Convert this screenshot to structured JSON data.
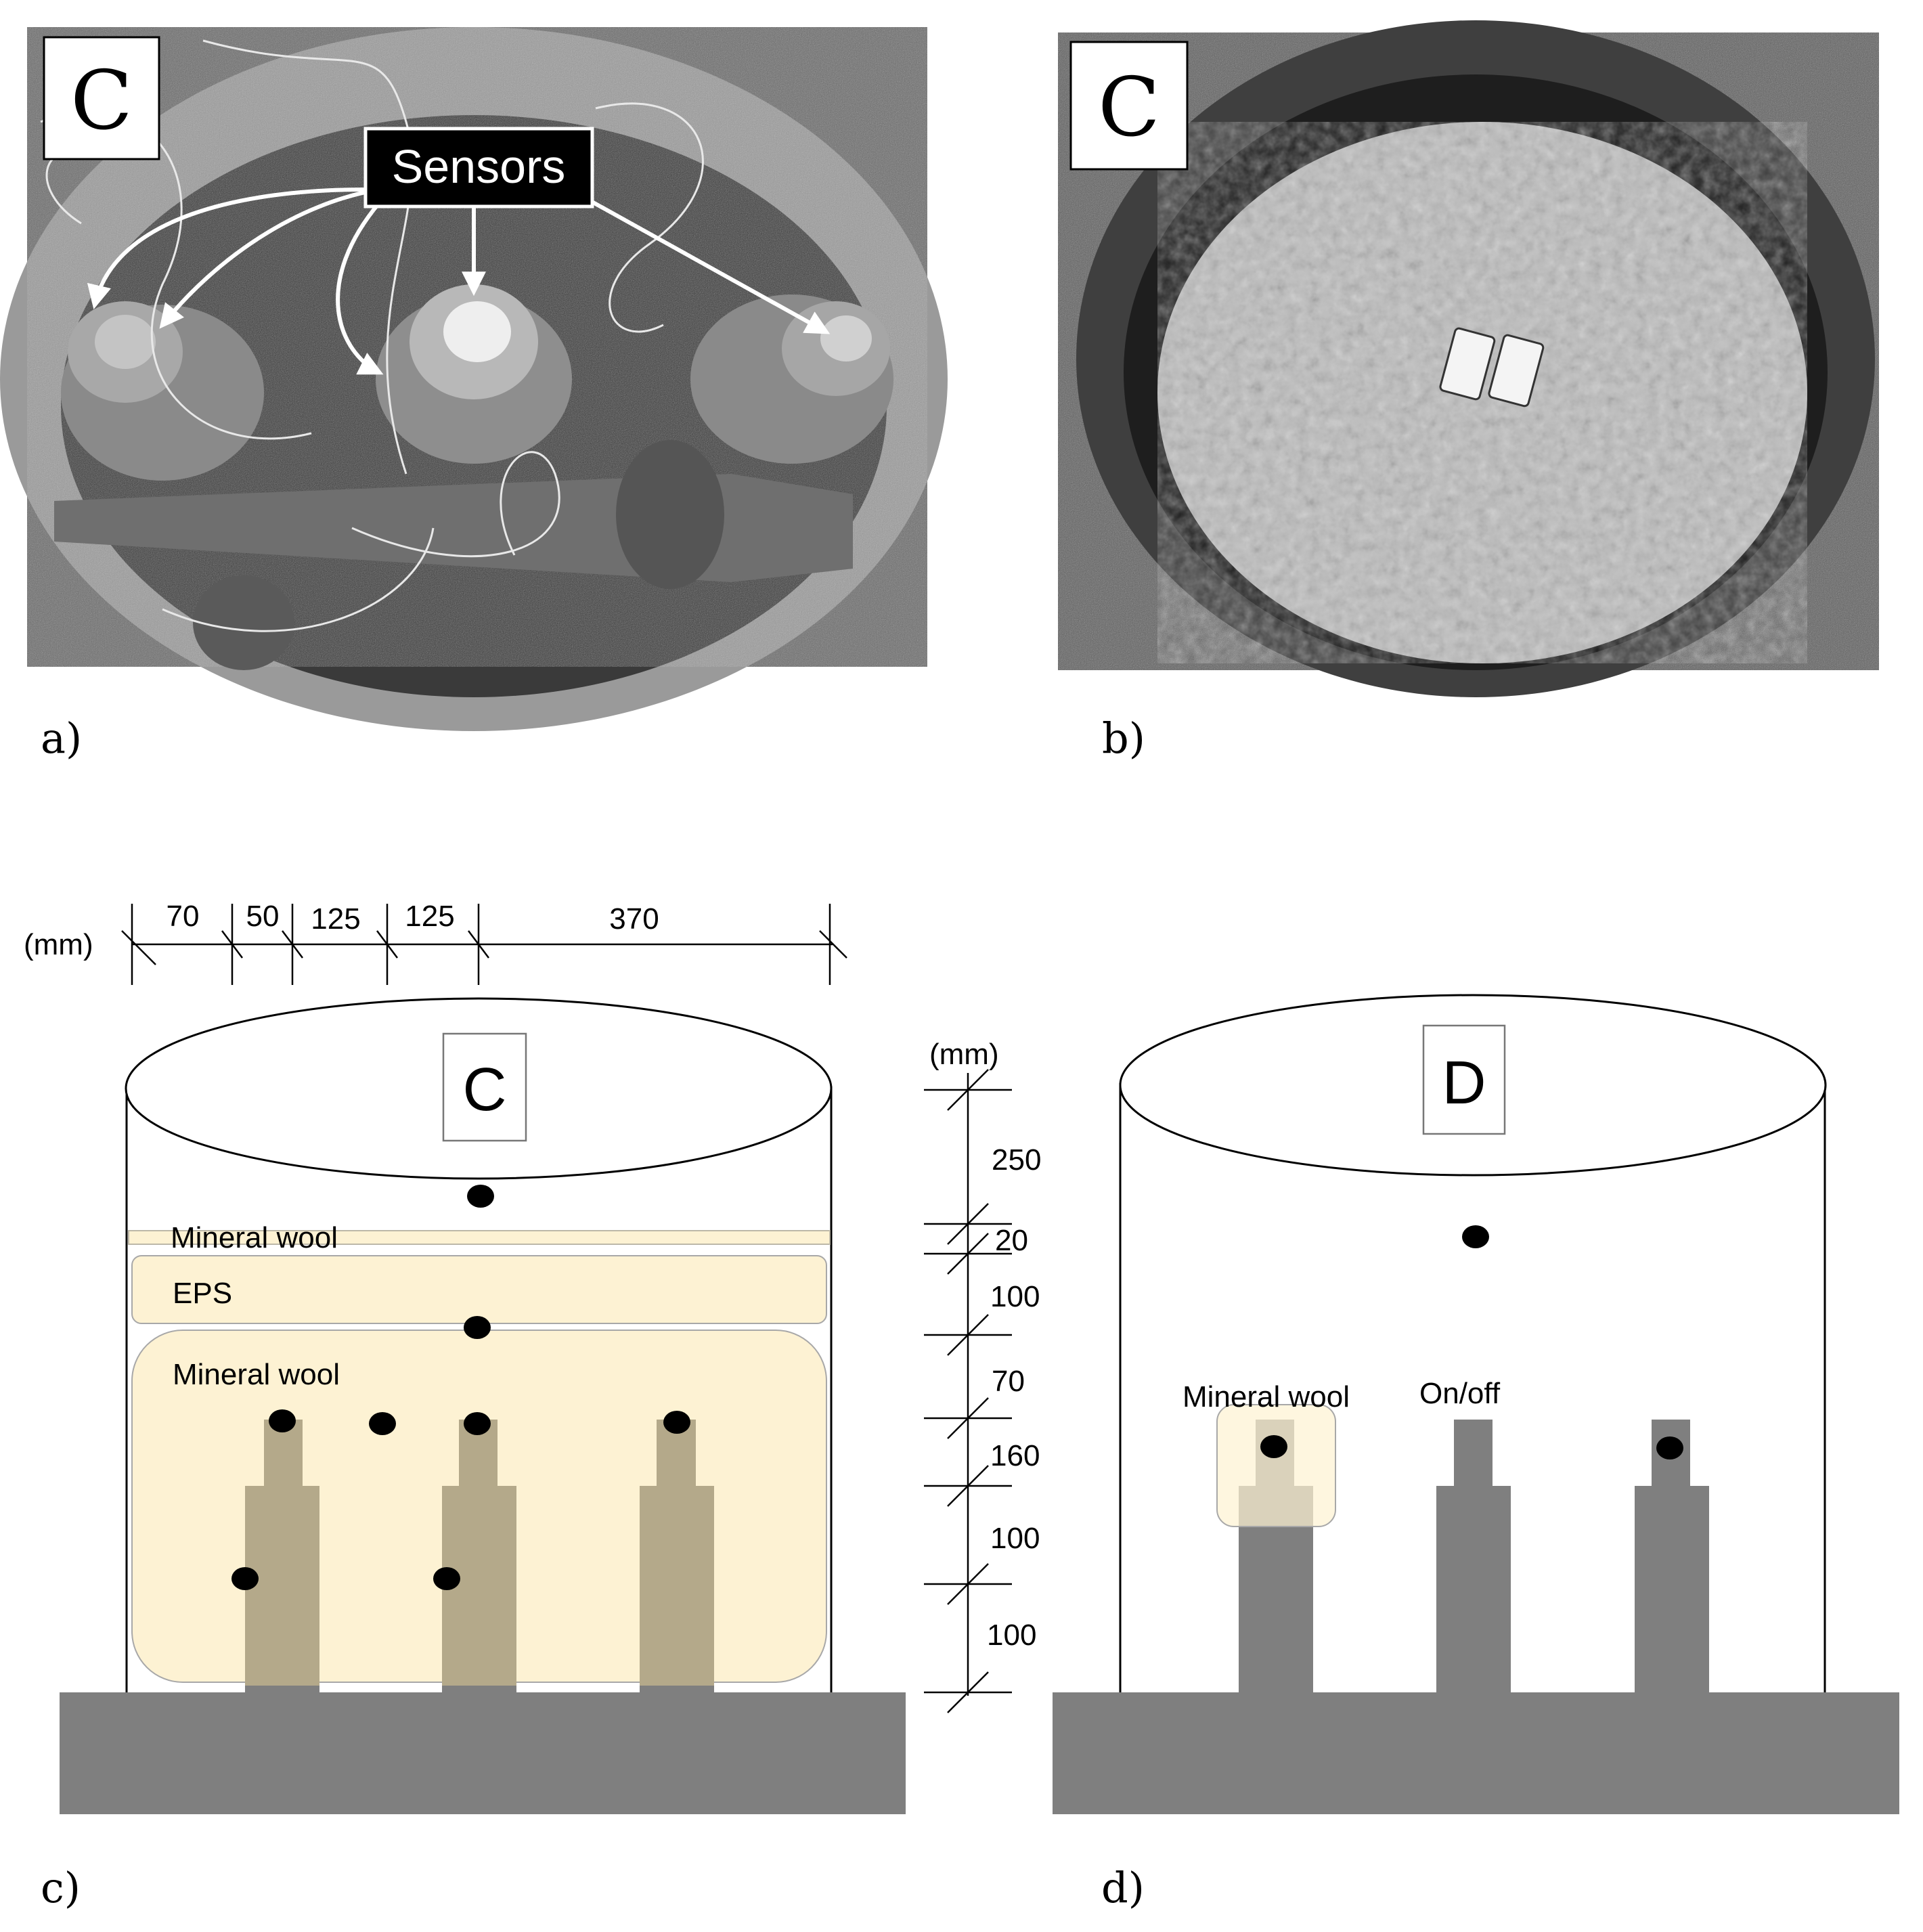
{
  "panels": {
    "a": {
      "caption": "a)",
      "box_label": "C",
      "callout": "Sensors"
    },
    "b": {
      "caption": "b)",
      "box_label": "C"
    },
    "c": {
      "caption": "c)",
      "box_label": "C",
      "unit": "(mm)",
      "horizontal_dims": [
        "70",
        "50",
        "125",
        "125",
        "370"
      ],
      "vertical_unit": "(mm)",
      "vertical_dims": [
        "250",
        "20",
        "100",
        "70",
        "160",
        "100",
        "100"
      ],
      "layers": {
        "thin_wool": "Mineral wool",
        "eps": "EPS",
        "wool": "Mineral wool"
      }
    },
    "d": {
      "caption": "d)",
      "box_label": "D",
      "wool_label": "Mineral wool",
      "switch_label": "On/off"
    }
  },
  "colors": {
    "insulation_fill": "#fdf2d3",
    "pipe_gray": "#7f7f7f",
    "pipe_in_wool": "#b4a98a",
    "sensor_dot": "#000000"
  }
}
